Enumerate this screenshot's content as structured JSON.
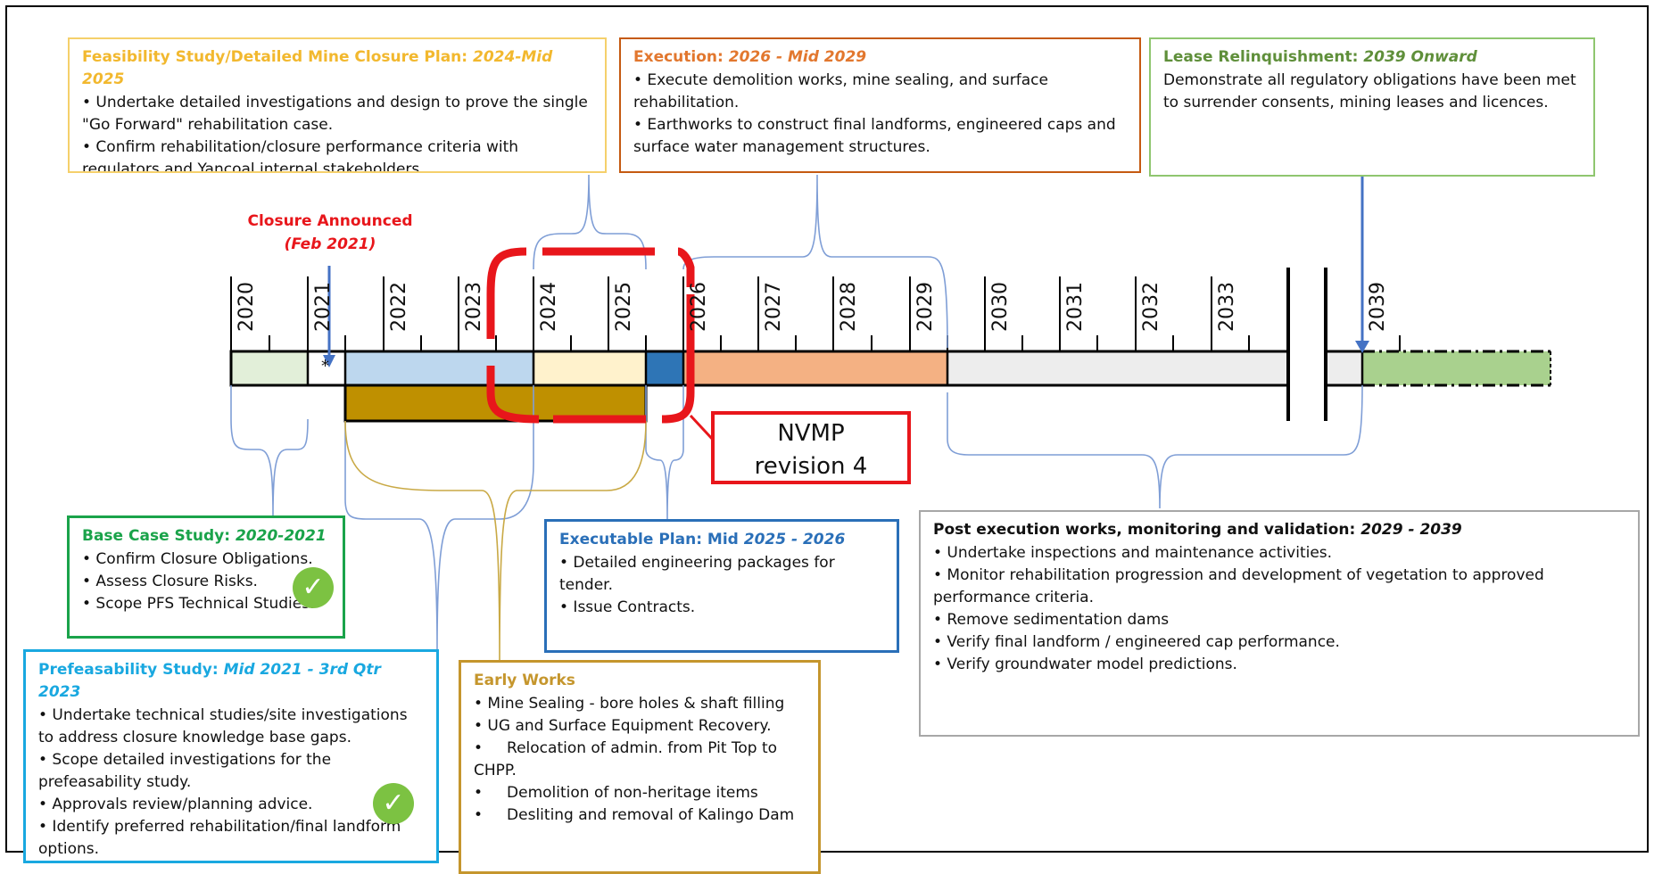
{
  "colors": {
    "feasibility": "#f5c242",
    "execution": "#d76c2a",
    "lease": "#8fc66f",
    "base_case": "#1aa34a",
    "prefeasibility": "#19a8e0",
    "early_works": "#c5962d",
    "executable": "#2a6fb8",
    "post_execution": "#a7a7a7",
    "closure_red": "#e8161b",
    "check_green": "#7cc242"
  },
  "closure_announced": {
    "title": "Closure Announced",
    "date": "(Feb 2021)"
  },
  "nvmp": {
    "line1": "NVMP",
    "line2": "revision 4"
  },
  "timeline": {
    "years": [
      "2020",
      "2021",
      "2022",
      "2023",
      "2024",
      "2025",
      "2026",
      "2027",
      "2028",
      "2029",
      "2030",
      "2031",
      "2032",
      "2033",
      "2039"
    ],
    "marker": "*"
  },
  "boxes": {
    "feasibility": {
      "title": "Feasibility Study/Detailed Mine Closure Plan:",
      "title_dates": "2024-Mid 2025",
      "lines": [
        "• Undertake detailed investigations and design to prove the single",
        "\"Go Forward\" rehabilitation case.",
        "• Confirm rehabilitation/closure performance criteria with",
        "regulators and Yancoal internal stakeholders."
      ]
    },
    "execution": {
      "title": "Execution:",
      "title_dates": "2026 - Mid 2029",
      "lines": [
        "• Execute demolition works, mine sealing, and surface",
        "rehabilitation.",
        "• Earthworks to construct final landforms, engineered caps and",
        "surface water management structures."
      ]
    },
    "lease": {
      "title": "Lease Relinquishment:",
      "title_dates": "2039 Onward",
      "lines": [
        "Demonstrate all regulatory obligations have been met",
        "to surrender consents, mining leases and licences."
      ]
    },
    "base_case": {
      "title": "Base Case Study:",
      "title_dates": "2020-2021",
      "lines": [
        "• Confirm Closure Obligations.",
        "• Assess Closure Risks.",
        "• Scope PFS Technical Studies."
      ]
    },
    "prefeasibility": {
      "title": "Prefeasability Study:",
      "title_dates": "Mid 2021 - 3rd Qtr 2023",
      "lines": [
        "• Undertake technical studies/site investigations",
        "to address closure knowledge base gaps.",
        "• Scope detailed investigations for the",
        "prefeasability study.",
        "• Approvals review/planning advice.",
        "• Identify preferred rehabilitation/final landform",
        "options."
      ]
    },
    "early_works": {
      "title": "Early Works",
      "title_dates": "",
      "lines": [
        "• Mine Sealing - bore holes & shaft filling",
        "• UG and Surface Equipment Recovery.",
        "•     Relocation of admin. from Pit Top to",
        "CHPP.",
        "•     Demolition of non-heritage items",
        "•     Desliting and removal of Kalingo Dam"
      ]
    },
    "executable": {
      "title": "Executable Plan: Mid",
      "title_dates": "2025 - 2026",
      "lines": [
        "• Detailed engineering packages for",
        "tender.",
        "• Issue Contracts."
      ]
    },
    "post_execution": {
      "title": "Post execution works, monitoring and validation:",
      "title_dates": "2029 - 2039",
      "lines": [
        "• Undertake inspections and maintenance activities.",
        "• Monitor rehabilitation progression and development of vegetation to approved",
        "performance criteria.",
        "• Remove sedimentation dams",
        "• Verify final landform / engineered cap performance.",
        "• Verify groundwater model predictions."
      ]
    }
  }
}
